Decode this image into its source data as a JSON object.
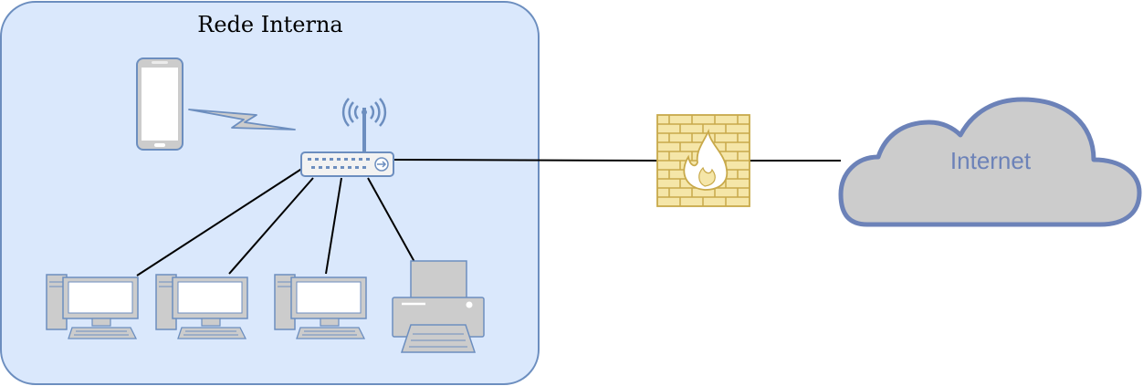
{
  "diagram": {
    "zone": {
      "title": "Rede Interna"
    },
    "internet": {
      "label": "Internet"
    },
    "colors": {
      "zone_fill": "#dae8fc",
      "zone_stroke": "#6c8ebf",
      "device_stroke": "#6c8ebf",
      "device_gray": "#cccccc",
      "firewall_fill": "#f5e6a8",
      "firewall_stroke": "#c8a94a",
      "cloud_fill": "#cccccc",
      "cloud_stroke": "#6c82b8",
      "cloud_text": "#6c82b8",
      "link": "#000000"
    },
    "nodes": [
      {
        "id": "smartphone",
        "icon": "smartphone-icon"
      },
      {
        "id": "wireless-router",
        "icon": "wireless-router-icon"
      },
      {
        "id": "computer-1",
        "icon": "desktop-computer-icon"
      },
      {
        "id": "computer-2",
        "icon": "desktop-computer-icon"
      },
      {
        "id": "computer-3",
        "icon": "desktop-computer-icon"
      },
      {
        "id": "printer",
        "icon": "printer-icon"
      },
      {
        "id": "firewall",
        "icon": "firewall-icon"
      },
      {
        "id": "internet-cloud",
        "icon": "cloud-icon"
      }
    ],
    "links": [
      {
        "from": "smartphone",
        "to": "wireless-router",
        "type": "wireless"
      },
      {
        "from": "wireless-router",
        "to": "computer-1",
        "type": "wired"
      },
      {
        "from": "wireless-router",
        "to": "computer-2",
        "type": "wired"
      },
      {
        "from": "wireless-router",
        "to": "computer-3",
        "type": "wired"
      },
      {
        "from": "wireless-router",
        "to": "printer",
        "type": "wired"
      },
      {
        "from": "wireless-router",
        "to": "firewall",
        "type": "wired"
      },
      {
        "from": "firewall",
        "to": "internet-cloud",
        "type": "wired"
      }
    ]
  }
}
